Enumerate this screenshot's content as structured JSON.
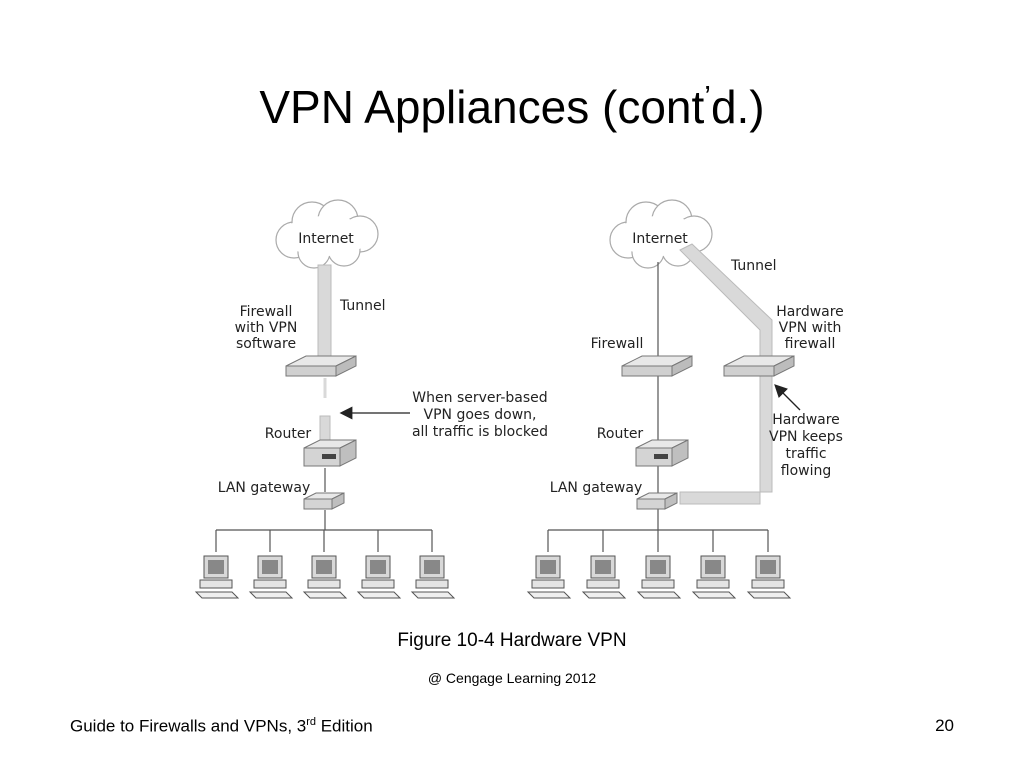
{
  "slide": {
    "title_main": "VPN Appliances (cont",
    "title_apostrophe": "’",
    "title_end": "d.)"
  },
  "diagram_left": {
    "internet": "Internet",
    "tunnel": "Tunnel",
    "firewall_line1": "Firewall",
    "firewall_line2": "with VPN",
    "firewall_line3": "software",
    "router": "Router",
    "lan_gateway": "LAN gateway",
    "note_line1": "When server-based",
    "note_line2": "VPN goes down,",
    "note_line3": "all traffic is blocked"
  },
  "diagram_right": {
    "internet": "Internet",
    "tunnel": "Tunnel",
    "firewall": "Firewall",
    "hw_line1": "Hardware",
    "hw_line2": "VPN with",
    "hw_line3": "firewall",
    "router": "Router",
    "lan_gateway": "LAN gateway",
    "keeps_line1": "Hardware",
    "keeps_line2": "VPN keeps",
    "keeps_line3": "traffic",
    "keeps_line4": "flowing"
  },
  "caption": "Figure 10-4 Hardware VPN",
  "credit": "@ Cengage Learning 2012",
  "footer": {
    "book_prefix": "Guide to Firewalls and VPNs, 3",
    "book_sup": "rd",
    "book_suffix": " Edition",
    "page": "20"
  }
}
